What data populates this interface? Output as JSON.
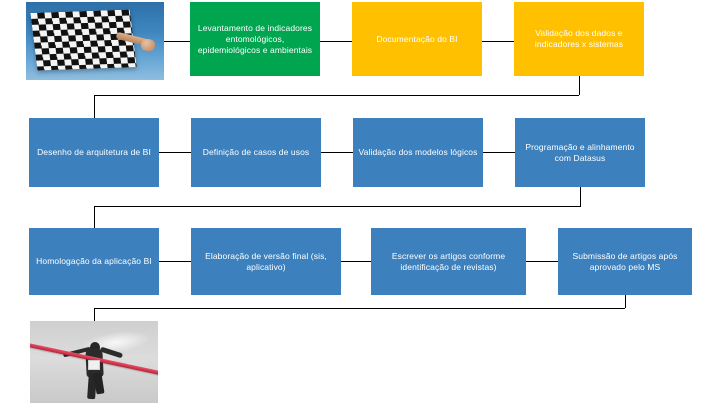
{
  "diagram": {
    "title": "Fluxograma de etapas do projeto BI",
    "colors": {
      "green": "#00A550",
      "yellow": "#FFC000",
      "blue": "#3C80BD",
      "connector": "#000000",
      "text": "#FFFFFF",
      "background": "#FFFFFF"
    },
    "images": [
      {
        "name": "checkered-flag-photo",
        "alt": "Bandeira quadriculada (largada)"
      },
      {
        "name": "runner-finish-line-photo",
        "alt": "Atleta cruzando a linha de chegada"
      }
    ],
    "rows": [
      {
        "row": 1,
        "nodes": [
          {
            "id": "n1",
            "label": "Levantamento de indicadores entomológicos, epidemiológicos e ambientais",
            "color": "green"
          },
          {
            "id": "n2",
            "label": "Documentação do BI",
            "color": "yellow"
          },
          {
            "id": "n3",
            "label": "Validação dos dados e indicadores x sistemas",
            "color": "yellow"
          }
        ]
      },
      {
        "row": 2,
        "nodes": [
          {
            "id": "n4",
            "label": "Desenho de arquitetura de BI",
            "color": "blue"
          },
          {
            "id": "n5",
            "label": "Definição de casos de usos",
            "color": "blue"
          },
          {
            "id": "n6",
            "label": "Validação dos modelos lógicos",
            "color": "blue"
          },
          {
            "id": "n7",
            "label": "Programação e alinhamento com Datasus",
            "color": "blue"
          }
        ]
      },
      {
        "row": 3,
        "nodes": [
          {
            "id": "n8",
            "label": "Homologação  da aplicação BI",
            "color": "blue"
          },
          {
            "id": "n9",
            "label": "Elaboração de versão final (sis, aplicativo)",
            "color": "blue"
          },
          {
            "id": "n10",
            "label": "Escrever os artigos conforme identificação de revistas)",
            "color": "blue"
          },
          {
            "id": "n11",
            "label": "Submissão de artigos após aprovado pelo MS",
            "color": "blue"
          }
        ]
      }
    ]
  }
}
